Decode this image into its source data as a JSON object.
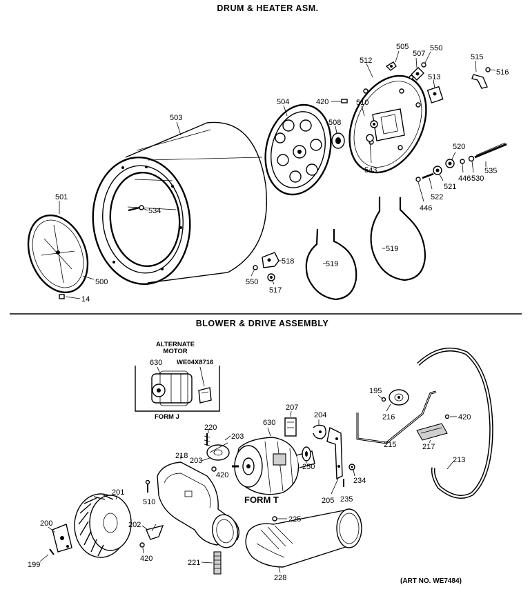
{
  "titles": {
    "top": "DRUM & HEATER ASM.",
    "bottom": "BLOWER & DRIVE ASSEMBLY"
  },
  "inset": {
    "heading_line1": "ALTERNATE",
    "heading_line2": "MOTOR",
    "part_motor": "630",
    "part_kit": "WE04X8716",
    "form_label": "FORM J"
  },
  "form_t_label": "FORM T",
  "art_number": "(ART NO. WE7484)",
  "drum_callouts": {
    "c501": "501",
    "c500": "500",
    "c14": "14",
    "c503": "503",
    "c534": "534",
    "c504": "504",
    "c508": "508",
    "c420": "420",
    "c510": "510",
    "c512": "512",
    "c505": "505",
    "c507": "507",
    "c550a": "550",
    "c513": "513",
    "c515": "515",
    "c516": "516",
    "c543": "543",
    "c520": "520",
    "c446a": "446",
    "c530": "530",
    "c535": "535",
    "c521": "521",
    "c522": "522",
    "c446b": "446",
    "c519a": "519",
    "c519b": "519",
    "c518": "518",
    "c550b": "550",
    "c517": "517"
  },
  "blower_callouts": {
    "c207": "207",
    "c630": "630",
    "c220": "220",
    "c203": "203",
    "c204": "204",
    "c218": "218",
    "c203b": "203",
    "c420a": "420",
    "c250": "250",
    "c234": "234",
    "c205": "205",
    "c235": "235",
    "c510": "510",
    "c201": "201",
    "c200": "200",
    "c202": "202",
    "c199": "199",
    "c420b": "420",
    "c225": "225",
    "c221": "221",
    "c228": "228",
    "c195": "195",
    "c216": "216",
    "c420c": "420",
    "c215": "215",
    "c217": "217",
    "c213": "213"
  }
}
